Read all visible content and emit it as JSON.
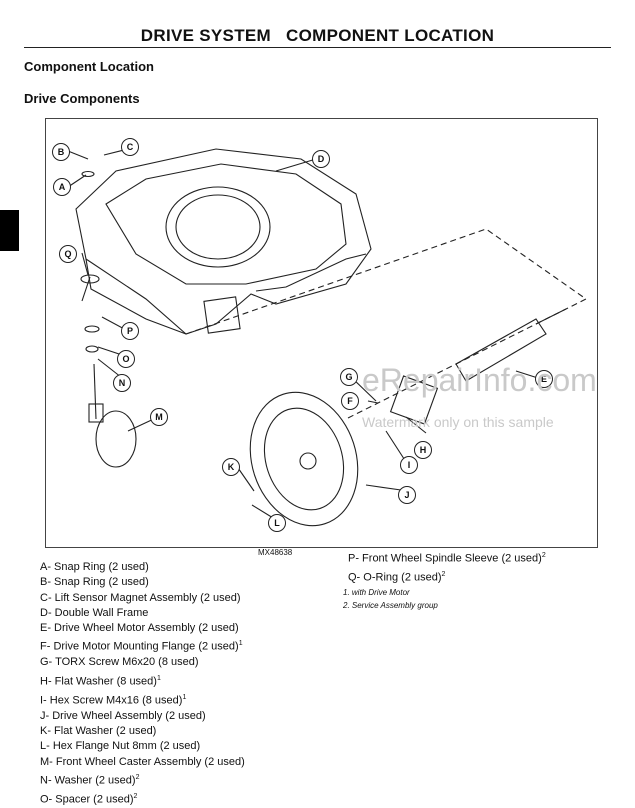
{
  "header": {
    "title": "DRIVE SYSTEM   COMPONENT LOCATION",
    "section": "Component Location",
    "subsection": "Drive Components"
  },
  "figure": {
    "id": "MX48638",
    "watermark": "eRepairInfo.com",
    "watermark_sub": "Watermark only on this sample",
    "callouts": [
      "A",
      "B",
      "C",
      "D",
      "E",
      "F",
      "G",
      "H",
      "I",
      "J",
      "K",
      "L",
      "M",
      "N",
      "O",
      "P",
      "Q"
    ]
  },
  "legend_left": [
    {
      "text": "A- Snap Ring (2 used)",
      "sup": ""
    },
    {
      "text": "B- Snap Ring (2 used)",
      "sup": ""
    },
    {
      "text": "C- Lift Sensor Magnet Assembly (2 used)",
      "sup": ""
    },
    {
      "text": "D- Double Wall Frame",
      "sup": ""
    },
    {
      "text": "E- Drive Wheel Motor Assembly (2 used)",
      "sup": ""
    },
    {
      "text": "F- Drive Motor Mounting Flange (2 used)",
      "sup": "1"
    },
    {
      "text": "G- TORX Screw M6x20 (8 used)",
      "sup": ""
    },
    {
      "text": "H- Flat Washer (8 used)",
      "sup": "1"
    },
    {
      "text": "I- Hex Screw M4x16 (8 used)",
      "sup": "1"
    },
    {
      "text": "J- Drive Wheel Assembly (2 used)",
      "sup": ""
    },
    {
      "text": "K- Flat Washer (2 used)",
      "sup": ""
    },
    {
      "text": "L- Hex Flange Nut 8mm (2 used)",
      "sup": ""
    },
    {
      "text": "M- Front Wheel Caster Assembly (2 used)",
      "sup": ""
    },
    {
      "text": "N- Washer (2 used)",
      "sup": "2"
    },
    {
      "text": "O- Spacer (2 used)",
      "sup": "2"
    }
  ],
  "legend_right": [
    {
      "text": "P- Front Wheel Spindle Sleeve (2 used)",
      "sup": "2"
    },
    {
      "text": "Q- O-Ring (2 used)",
      "sup": "2"
    }
  ],
  "notes": [
    "1. with Drive Motor",
    "2. Service Assembly group"
  ]
}
